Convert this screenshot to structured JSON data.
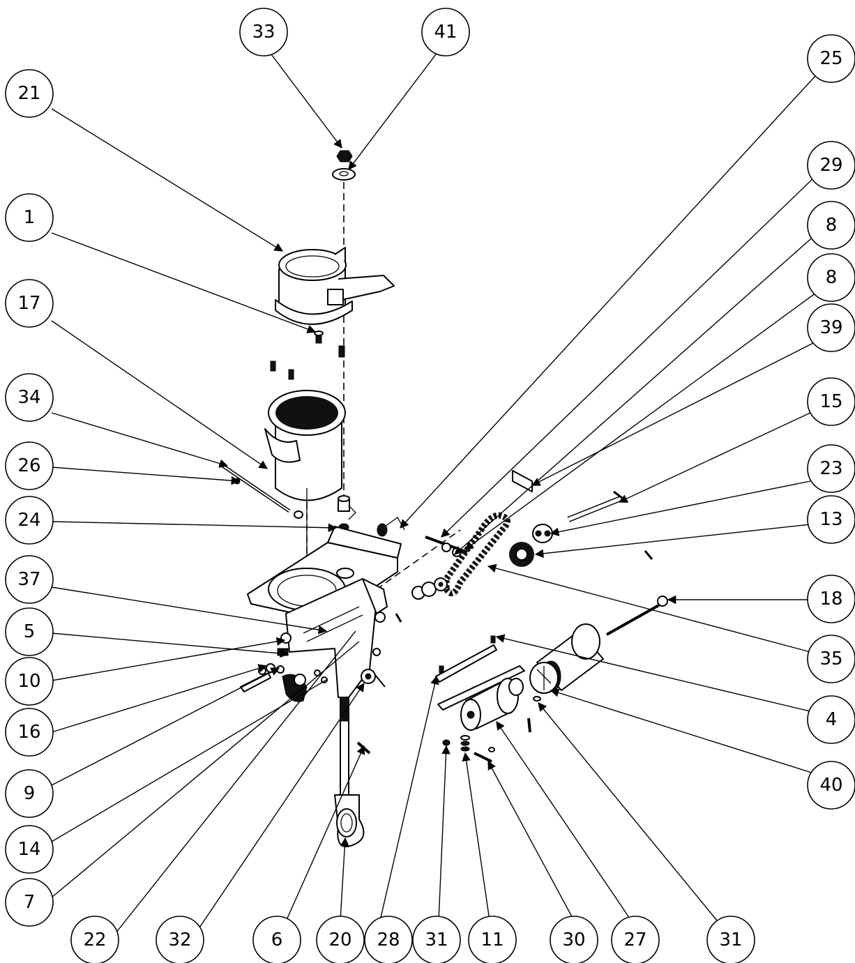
{
  "diagram": {
    "colors": {
      "line": "#000000",
      "background": "#ffffff"
    },
    "balloons": [
      {
        "id": "b33",
        "label": "33"
      },
      {
        "id": "b41",
        "label": "41"
      },
      {
        "id": "b21",
        "label": "21"
      },
      {
        "id": "b25",
        "label": "25"
      },
      {
        "id": "b29",
        "label": "29"
      },
      {
        "id": "b1",
        "label": "1"
      },
      {
        "id": "b8a",
        "label": "8"
      },
      {
        "id": "b8b",
        "label": "8"
      },
      {
        "id": "b17",
        "label": "17"
      },
      {
        "id": "b39",
        "label": "39"
      },
      {
        "id": "b15",
        "label": "15"
      },
      {
        "id": "b34",
        "label": "34"
      },
      {
        "id": "b23",
        "label": "23"
      },
      {
        "id": "b26",
        "label": "26"
      },
      {
        "id": "b13",
        "label": "13"
      },
      {
        "id": "b24",
        "label": "24"
      },
      {
        "id": "b37",
        "label": "37"
      },
      {
        "id": "b18",
        "label": "18"
      },
      {
        "id": "b5",
        "label": "5"
      },
      {
        "id": "b35",
        "label": "35"
      },
      {
        "id": "b10",
        "label": "10"
      },
      {
        "id": "b16",
        "label": "16"
      },
      {
        "id": "b4",
        "label": "4"
      },
      {
        "id": "b9",
        "label": "9"
      },
      {
        "id": "b40",
        "label": "40"
      },
      {
        "id": "b14",
        "label": "14"
      },
      {
        "id": "b7",
        "label": "7"
      },
      {
        "id": "b22",
        "label": "22"
      },
      {
        "id": "b32",
        "label": "32"
      },
      {
        "id": "b6",
        "label": "6"
      },
      {
        "id": "b20",
        "label": "20"
      },
      {
        "id": "b28",
        "label": "28"
      },
      {
        "id": "b31a",
        "label": "31"
      },
      {
        "id": "b11",
        "label": "11"
      },
      {
        "id": "b30",
        "label": "30"
      },
      {
        "id": "b27",
        "label": "27"
      },
      {
        "id": "b31b",
        "label": "31"
      }
    ]
  }
}
